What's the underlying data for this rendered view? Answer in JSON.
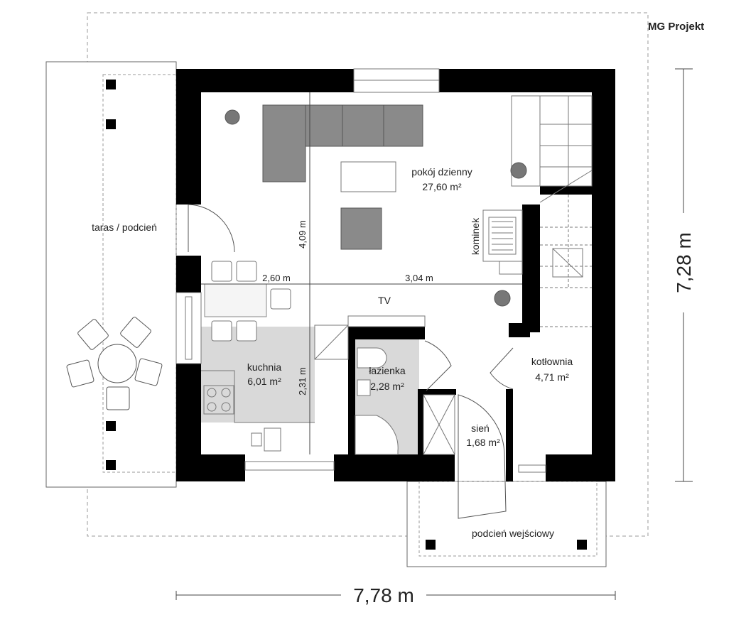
{
  "logo": "MG Projekt",
  "rooms": {
    "living": {
      "name": "pokój dzienny",
      "area": "27,60 m²"
    },
    "kitchen": {
      "name": "kuchnia",
      "area": "6,01 m²"
    },
    "bathroom": {
      "name": "łazienka",
      "area": "2,28 m²"
    },
    "boiler": {
      "name": "kotłownia",
      "area": "4,71 m²"
    },
    "hall": {
      "name": "sień",
      "area": "1,68 m²"
    },
    "terrace": {
      "name": "taras / podcień"
    },
    "porch": {
      "name": "podcień wejściowy"
    }
  },
  "labels": {
    "fireplace": "kominek",
    "tv": "TV"
  },
  "dimensions": {
    "width_total": "7,78 m",
    "height_total": "7,28 m",
    "living_height": "4,09 m",
    "kitchen_height": "2,31 m",
    "dining_width": "2,60 m",
    "living_width": "3,04 m"
  },
  "colors": {
    "wall": "#000000",
    "furniture": "#8a8a8a",
    "floor_tile": "#d9d9d9"
  }
}
